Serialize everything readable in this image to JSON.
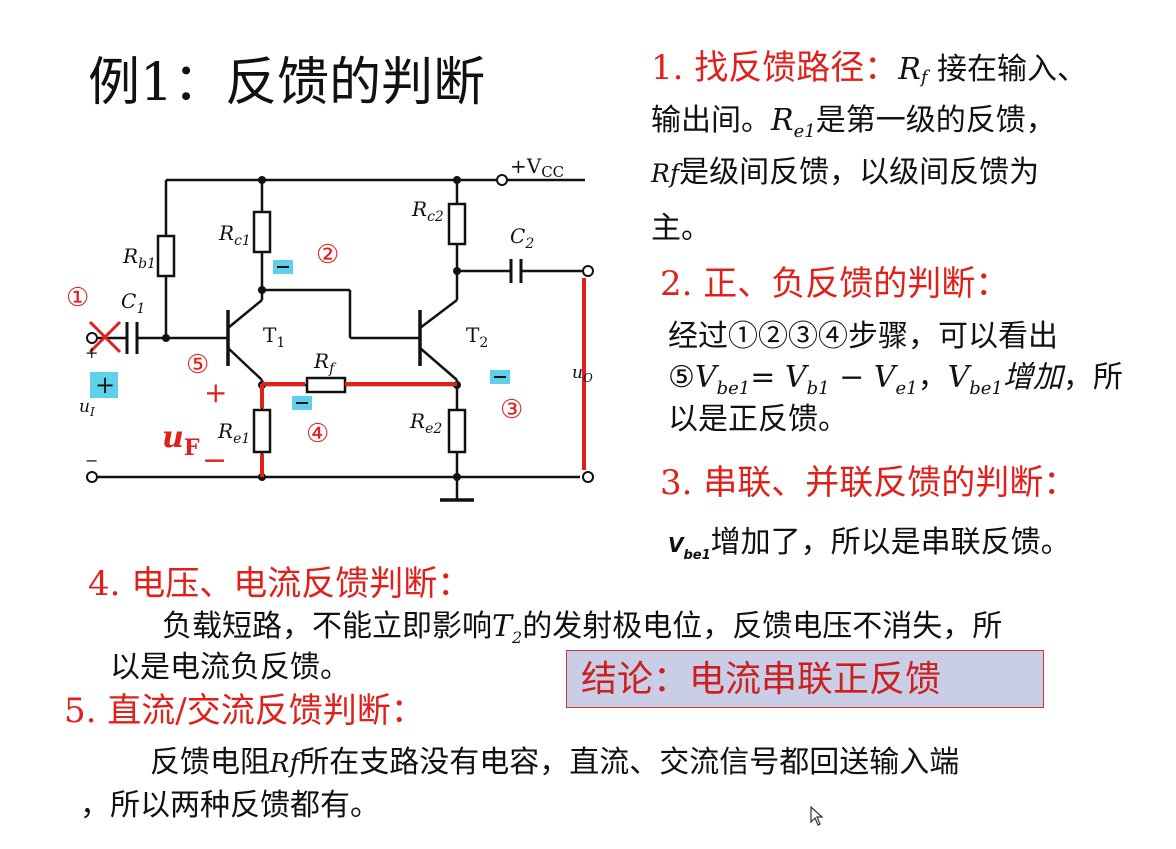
{
  "title": "例1：反馈的判断",
  "circuit": {
    "vcc": "+V",
    "vcc_sub": "CC",
    "rb1": "R",
    "rb1_sub": "b1",
    "rc1": "R",
    "rc1_sub": "c1",
    "rc2": "R",
    "rc2_sub": "c2",
    "re1": "R",
    "re1_sub": "e1",
    "re2": "R",
    "re2_sub": "e2",
    "rf": "R",
    "rf_sub": "f",
    "c1": "C",
    "c1_sub": "1",
    "c2": "C",
    "c2_sub": "2",
    "t1": "T",
    "t1_sub": "1",
    "t2": "T",
    "t2_sub": "2",
    "ui": "u",
    "ui_sub": "I",
    "uo": "u",
    "uo_sub": "O",
    "uf": "u",
    "uf_sub": "F",
    "n1": "①",
    "n2": "②",
    "n3": "③",
    "n4": "④",
    "n5": "⑤",
    "plus": "+",
    "minus": "−"
  },
  "step1": {
    "heading": "1. 找反馈路径：",
    "rf": "R",
    "rf_sub": "f",
    "text1": " 接在输入、",
    "text2a": "输出间。",
    "re1": "R",
    "re1_sub": "e1",
    "text2b": "是第一级的反馈，",
    "rf2": "Rf",
    "text3": "是级间反馈，以级间反馈为",
    "text4": "主。"
  },
  "step2": {
    "heading": "2. 正、负反馈的判断：",
    "line1": "经过①②③④步骤，可以看出",
    "circle5": "⑤",
    "v1": "V",
    "v1_sub": "be1",
    "eq": "= ",
    "v2": "V",
    "v2_sub": "b1",
    "dash": " − ",
    "v3": "V",
    "v3_sub": "e1",
    "comma": "，",
    "v4": "V",
    "v4_sub": "be1",
    "inc": "增加",
    "tail": "，所",
    "line3": "以是正反馈。"
  },
  "step3": {
    "heading": "3. 串联、并联反馈的判断：",
    "v": "V",
    "v_sub": "be1",
    "text": "增加了，所以是串联反馈。"
  },
  "step4": {
    "heading": "4. 电压、电流反馈判断：",
    "line1a": "负载短路，不能立即影响",
    "t2": "T",
    "t2_sub": "2",
    "line1b": "的发射极电位，反馈电压不消失，所",
    "line2": "以是电流负反馈。"
  },
  "conclusion": "结论：电流串联正反馈",
  "step5": {
    "heading": "5. 直流/交流反馈判断：",
    "line1a": "反馈电阻",
    "rf": "Rf",
    "line1b": "所在支路没有电容，直流、交流信号都回送输入端",
    "line2": "，所以两种反馈都有。"
  },
  "colors": {
    "accent_red": "#e0201b",
    "badge_cyan": "#5fd0ea",
    "conclusion_bg": "#c9cde6"
  },
  "icons": {
    "cursor": "mouse-pointer-icon"
  }
}
